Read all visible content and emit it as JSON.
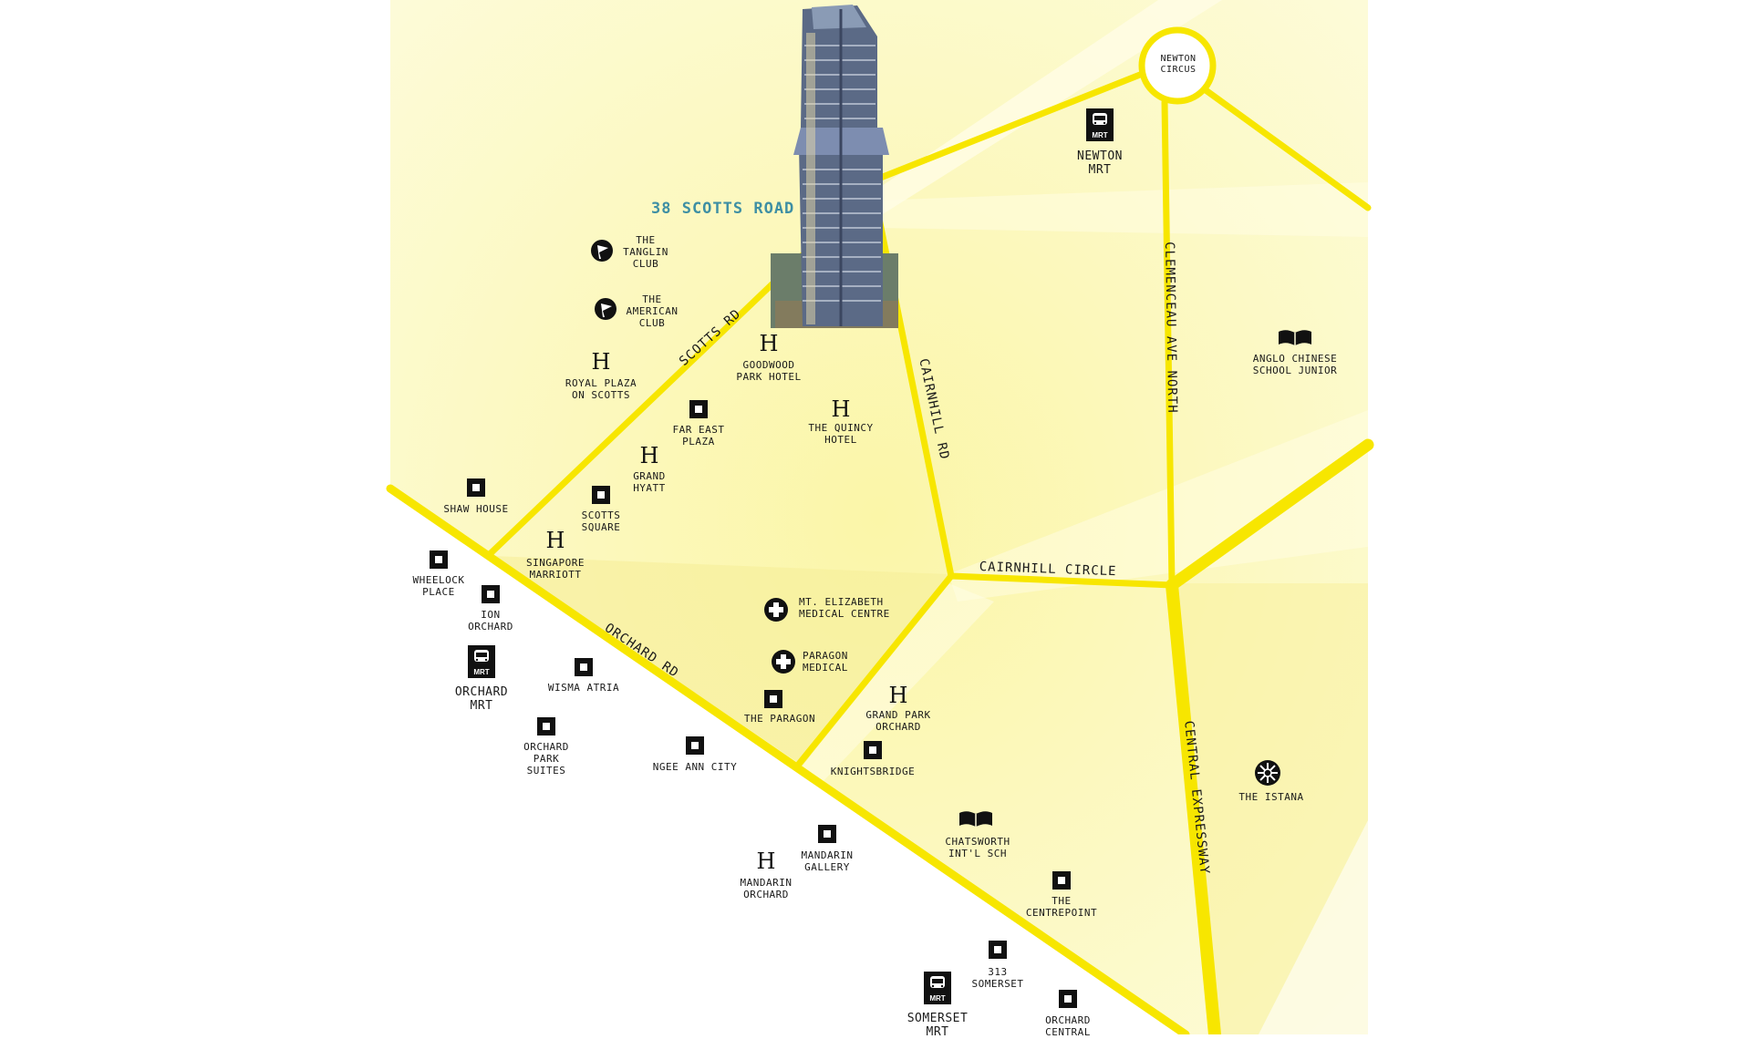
{
  "title": "38 SCOTTS ROAD",
  "roads": {
    "scotts": "SCOTTS RD",
    "orchard": "ORCHARD RD",
    "cairnhill": "CAIRNHILL RD",
    "cairnhill_circle": "CAIRNHILL CIRCLE",
    "clemenceau": "CLEMENCEAU AVE NORTH",
    "cte": "CENTRAL EXPRESSWAY"
  },
  "newton_circus": "NEWTON\nCIRCUS",
  "mrt_badge": "MRT",
  "mrt_stations": [
    {
      "name": "NEWTON\nMRT"
    },
    {
      "name": "ORCHARD\nMRT"
    },
    {
      "name": "SOMERSET\nMRT"
    }
  ],
  "clubs": [
    {
      "name": "THE\nTANGLIN\nCLUB"
    },
    {
      "name": "THE\nAMERICAN\nCLUB"
    }
  ],
  "hotels": [
    {
      "name": "GOODWOOD\nPARK HOTEL"
    },
    {
      "name": "ROYAL PLAZA\nON SCOTTS"
    },
    {
      "name": "THE QUINCY\nHOTEL"
    },
    {
      "name": "GRAND\nHYATT"
    },
    {
      "name": "SINGAPORE\nMARRIOTT"
    },
    {
      "name": "GRAND PARK\nORCHARD"
    },
    {
      "name": "MANDARIN\nORCHARD"
    }
  ],
  "malls": [
    {
      "name": "FAR EAST\nPLAZA"
    },
    {
      "name": "SHAW HOUSE"
    },
    {
      "name": "SCOTTS\nSQUARE"
    },
    {
      "name": "WHEELOCK\nPLACE"
    },
    {
      "name": "ION\nORCHARD"
    },
    {
      "name": "WISMA ATRIA"
    },
    {
      "name": "ORCHARD\nPARK\nSUITES"
    },
    {
      "name": "NGEE ANN CITY"
    },
    {
      "name": "THE PARAGON"
    },
    {
      "name": "KNIGHTSBRIDGE"
    },
    {
      "name": "MANDARIN\nGALLERY"
    },
    {
      "name": "THE\nCENTREPOINT"
    },
    {
      "name": "313\nSOMERSET"
    },
    {
      "name": "ORCHARD\nCENTRAL"
    }
  ],
  "medical": [
    {
      "name": "MT. ELIZABETH\nMEDICAL CENTRE"
    },
    {
      "name": "PARAGON\nMEDICAL"
    }
  ],
  "schools": [
    {
      "name": "ANGLO CHINESE\nSCHOOL JUNIOR"
    },
    {
      "name": "CHATSWORTH\nINT'L SCH"
    }
  ],
  "landmarks": [
    {
      "name": "THE ISTANA"
    }
  ],
  "colors": {
    "road": "#f7e600",
    "area_light": "#fbf7b8",
    "area_mid": "#f8f0a0",
    "title": "#3e8fa4",
    "icon": "#111111"
  }
}
